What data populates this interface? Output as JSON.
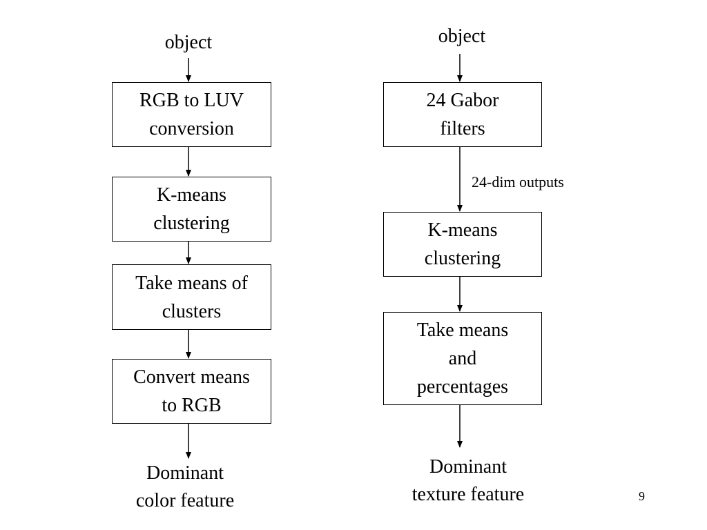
{
  "color_flow": {
    "input_label": "object",
    "steps": [
      "RGB to LUV\nconversion",
      "K-means\nclustering",
      "Take means of\nclusters",
      "Convert means\nto RGB"
    ],
    "output_label": "Dominant\ncolor feature"
  },
  "texture_flow": {
    "input_label": "object",
    "steps": [
      "24 Gabor\nfilters",
      "K-means\nclustering",
      "Take means\nand\npercentages"
    ],
    "edge_label": "24-dim outputs",
    "output_label": "Dominant\ntexture feature"
  },
  "page_number": "9"
}
